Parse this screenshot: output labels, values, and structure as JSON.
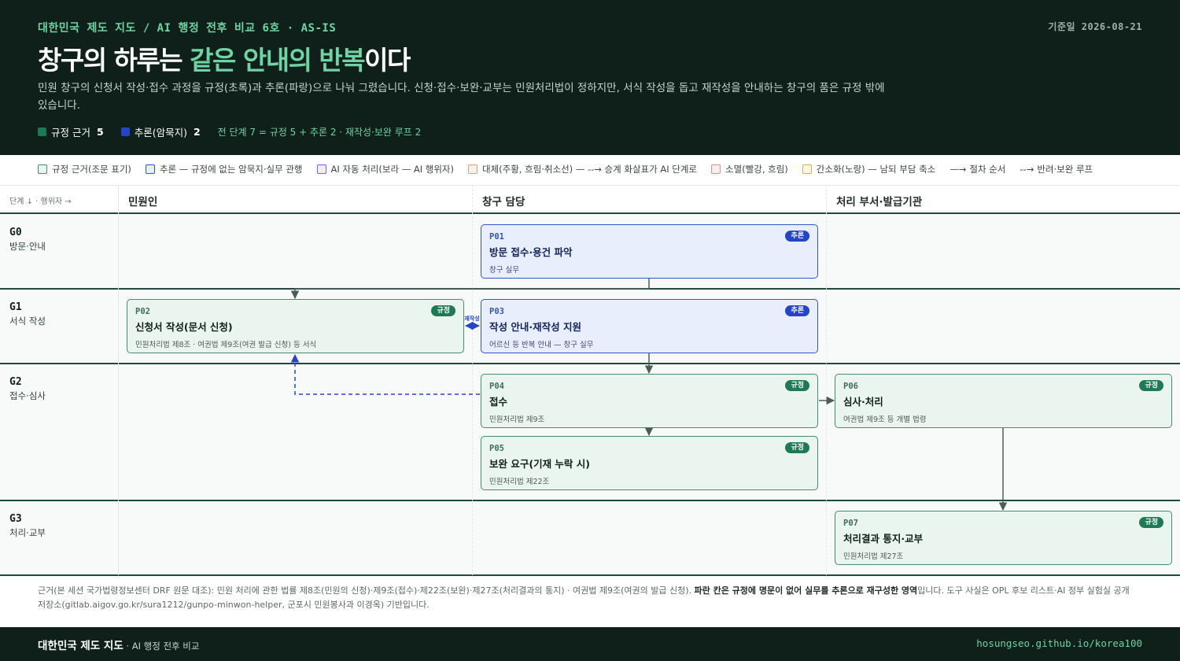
{
  "header": {
    "eyebrow": "대한민국 제도 지도 / AI 행정 전후 비교 6호 · AS-IS",
    "base_date": "기준일 2026-08-21",
    "title_pre": "창구의 하루는 ",
    "title_hl": "같은 안내의 반복",
    "title_post": "이다",
    "description": "민원 창구의 신청서 작성·접수 과정을 규정(초록)과 추론(파랑)으로 나눠 그렸습니다. 신청·접수·보완·교부는 민원처리법이 정하지만, 서식 작성을 돕고 재작성을 안내하는 창구의 품은 규정 밖에 있습니다.",
    "stat_reg_label": "규정 근거",
    "stat_reg_value": "5",
    "stat_inf_label": "추론(암묵지)",
    "stat_inf_value": "2",
    "summary": "전 단계 7 = 규정 5 + 추론 2 · 재작성·보완 루프 2"
  },
  "legend": {
    "reg": "규정 근거(조문 표기)",
    "inf": "추론 — 규정에 없는 암묵지·실무 관행",
    "ai": "AI 자동 처리(보라 — AI 행위자)",
    "replace": "대체(주황, 흐림·취소선) — --→ 승계 화살표가 AI 단계로",
    "remove": "소멸(빨강, 흐림)",
    "simplify": "간소화(노랑) — 남되 부담 축소",
    "order": "절차 순서",
    "loop": "반려·보완 루프"
  },
  "colors": {
    "reg": "#3f8f6a",
    "inf": "#2f55d4",
    "ai": "#8e5bd6",
    "replace": "#e8a06a",
    "remove": "#e88a8a",
    "simplify": "#e0b23a"
  },
  "grid": {
    "corner": "단계 ↓ · 행위자 →",
    "columns": [
      "민원인",
      "창구 담당",
      "처리 부서·발급기관"
    ],
    "rows": [
      {
        "g": "G0",
        "name": "방문·안내"
      },
      {
        "g": "G1",
        "name": "서식 작성"
      },
      {
        "g": "G2",
        "name": "접수·심사"
      },
      {
        "g": "G3",
        "name": "처리·교부"
      }
    ]
  },
  "cards": {
    "p01": {
      "id": "P01",
      "title": "방문 접수·용건 파악",
      "sub": "창구 실무",
      "badge": "추론"
    },
    "p02": {
      "id": "P02",
      "title": "신청서 작성(문서 신청)",
      "sub": "민원처리법 제8조 · 여권법 제9조(여권 발급 신청) 등 서식",
      "badge": "규정"
    },
    "p03": {
      "id": "P03",
      "title": "작성 안내·재작성 지원",
      "sub": "어르신 등 반복 안내 — 창구 실무",
      "badge": "추론"
    },
    "p04": {
      "id": "P04",
      "title": "접수",
      "sub": "민원처리법 제9조",
      "badge": "규정"
    },
    "p05": {
      "id": "P05",
      "title": "보완 요구(기재 누락 시)",
      "sub": "민원처리법 제22조",
      "badge": "규정"
    },
    "p06": {
      "id": "P06",
      "title": "심사·처리",
      "sub": "여권법 제9조 등 개별 법령",
      "badge": "규정"
    },
    "p07": {
      "id": "P07",
      "title": "처리결과 통지·교부",
      "sub": "민원처리법 제27조",
      "badge": "규정"
    }
  },
  "arrow_label": "재작성",
  "footnote": {
    "pre": "근거(본 세션 국가법령정보센터 DRF 원문 대조): 민원 처리에 관한 법률 제8조(민원의 신청)·제9조(접수)·제22조(보완)·제27조(처리결과의 통지) · 여권법 제9조(여권의 발급 신청). ",
    "bold": "파란 칸은 규정에 명문이 없어 실무를 추론으로 재구성한 영역",
    "post": "입니다. 도구 사실은 OPL 후보 리스트·AI 정부 실험실 공개 저장소(gitlab.aigov.go.kr/sura1212/gunpo-minwon-helper, 군포시 민원봉사과 이경옥) 기반입니다."
  },
  "footer": {
    "brand": "대한민국 제도 지도",
    "sub": " · AI 행정 전후 비교",
    "url": "hosungseo.github.io/korea100"
  }
}
